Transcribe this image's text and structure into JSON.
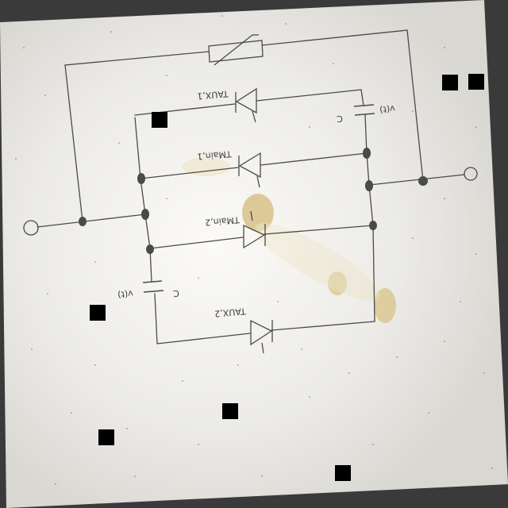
{
  "labels": {
    "t_aux1": "TAUX,1",
    "t_main1": "TMain,1",
    "t_main2": "TMain,2",
    "t_aux2": "TAUX,2",
    "c_top": "C",
    "c_top_voltage": "v(t)",
    "c_bottom": "C",
    "c_bottom_voltage": "v(t)"
  },
  "colors": {
    "paper": "#ecebe7",
    "ink": "#4a4a4a",
    "node": "#4a4a4a",
    "stain": "#d8c07a",
    "background": "#3a3a3a"
  }
}
